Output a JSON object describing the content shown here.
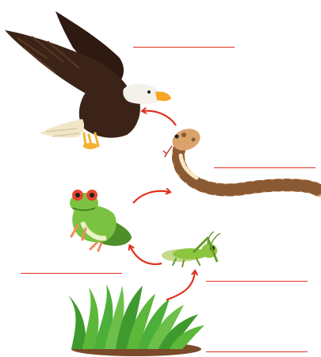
{
  "diagram": {
    "kind": "food-chain",
    "organisms": [
      {
        "icon": "eagle-icon",
        "answer_line": ""
      },
      {
        "icon": "snake-icon",
        "answer_line": ""
      },
      {
        "icon": "frog-icon",
        "answer_line": ""
      },
      {
        "icon": "grasshopper-icon",
        "answer_line": ""
      },
      {
        "icon": "grass-icon",
        "answer_line": ""
      }
    ],
    "arrows": [
      {
        "from": "grass",
        "to": "grasshopper"
      },
      {
        "from": "grasshopper",
        "to": "frog"
      },
      {
        "from": "frog",
        "to": "snake"
      },
      {
        "from": "snake",
        "to": "eagle"
      }
    ],
    "colors": {
      "arrow": "#e0301e",
      "answer_line": "#e0301e",
      "eagle_body": "#3b2317",
      "snake_body": "#d9a36b",
      "frog_body": "#7cc242",
      "grasshopper_body": "#8cc63f",
      "grass": "#4caf3a",
      "soil": "#7a4a2a"
    }
  }
}
